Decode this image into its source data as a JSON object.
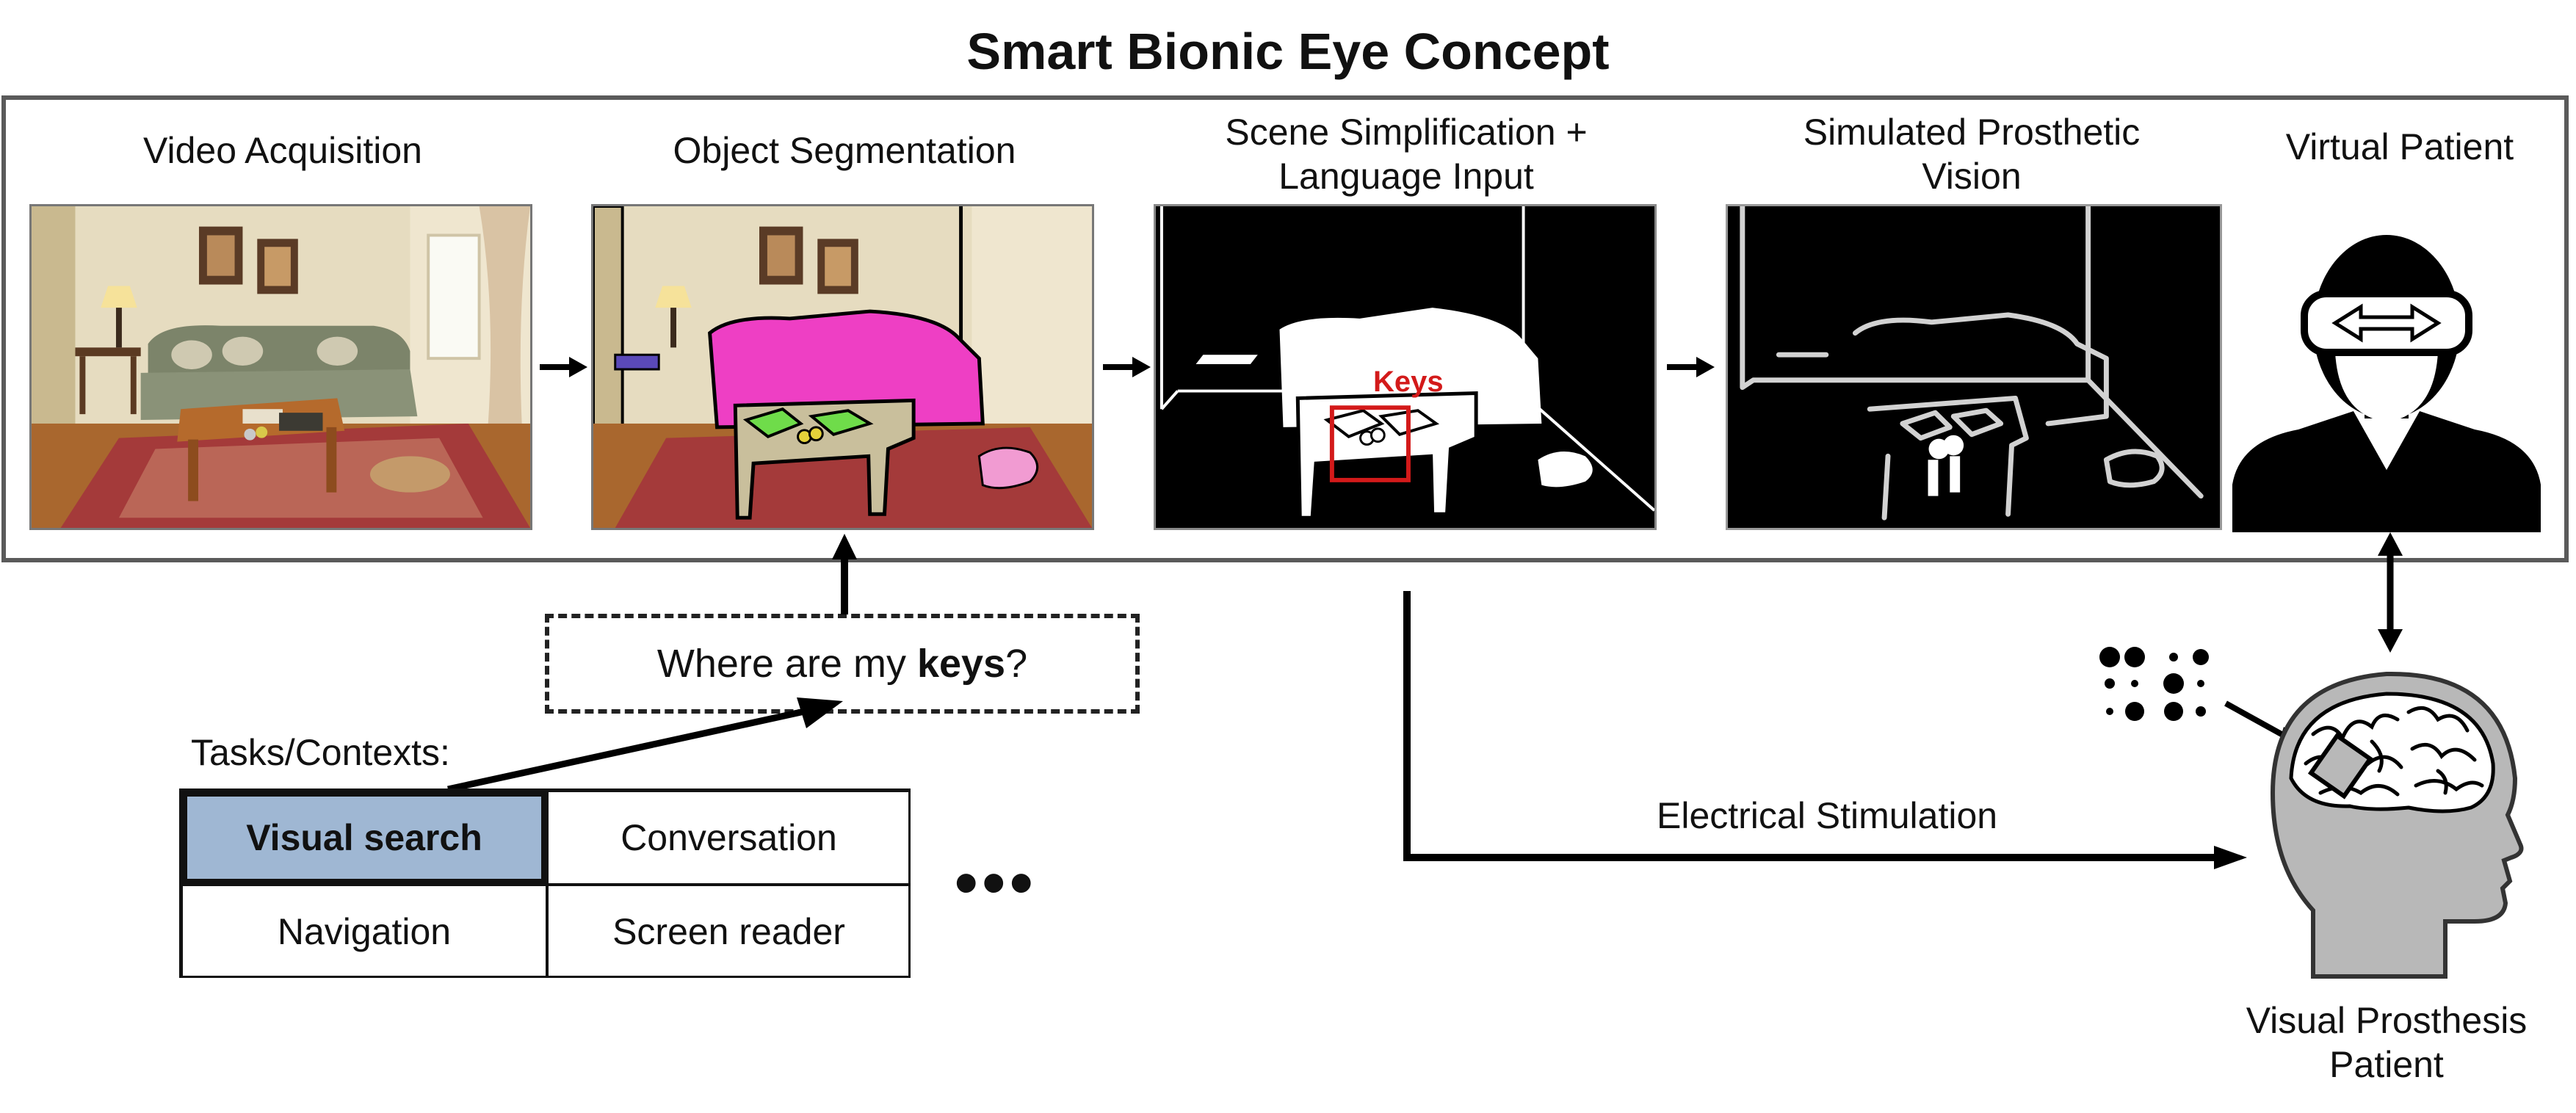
{
  "title": "Smart Bionic Eye Concept",
  "stages": [
    {
      "title_line1": "Video Acquisition",
      "title_line2": ""
    },
    {
      "title_line1": "Object Segmentation",
      "title_line2": ""
    },
    {
      "title_line1": "Scene Simplification +",
      "title_line2": "Language Input"
    },
    {
      "title_line1": "Simulated Prosthetic",
      "title_line2": "Vision"
    },
    {
      "title_line1": "Virtual Patient",
      "title_line2": ""
    }
  ],
  "annotations": {
    "keys_label": "Keys"
  },
  "query": {
    "prefix": "Where are my ",
    "keyword": "keys",
    "suffix": "?"
  },
  "tasks": {
    "label": "Tasks/Contexts:",
    "items": [
      "Visual search",
      "Conversation",
      "Navigation",
      "Screen reader"
    ],
    "selected": "Visual search",
    "more": "•••"
  },
  "stimulation_label": "Electrical Stimulation",
  "patient": {
    "line1": "Visual Prosthesis",
    "line2": "Patient"
  },
  "colors": {
    "border": "#5a5a5a",
    "selected_task": "#9fb7d3",
    "segment_sofa": "#ee3fc4",
    "segment_table": "#c9bf9c",
    "segment_keys": "#6fdc4a",
    "segment_dog": "#f19bd2",
    "segment_lamp": "#5a49b8",
    "keys_highlight": "#d31a1a"
  }
}
